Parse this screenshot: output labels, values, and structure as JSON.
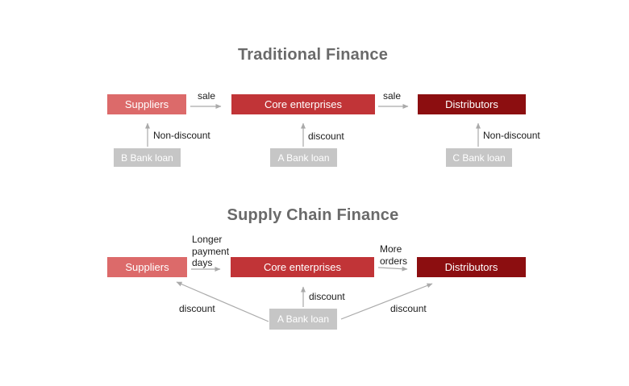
{
  "colors": {
    "suppliers_box": "#DC6A6A",
    "core_box": "#C13437",
    "distributors_box": "#8C0E10",
    "bank_box": "#C6C6C6",
    "box_text": "#FFFFFF",
    "title_text": "#6A6A6A",
    "label_text": "#1B1B1B",
    "arrow": "#AAAAAA",
    "background": "#FFFFFF"
  },
  "traditional": {
    "title": "Traditional Finance",
    "suppliers_label": "Suppliers",
    "core_label": "Core enterprises",
    "distributors_label": "Distributors",
    "sale_left_label": "sale",
    "sale_right_label": "sale",
    "left_loan_type": "Non-discount",
    "middle_loan_type": "discount",
    "right_loan_type": "Non-discount",
    "left_bank_label": "B Bank loan",
    "middle_bank_label": "A Bank loan",
    "right_bank_label": "C Bank loan"
  },
  "supply_chain": {
    "title": "Supply Chain Finance",
    "suppliers_label": "Suppliers",
    "core_label": "Core enterprises",
    "distributors_label": "Distributors",
    "left_flow_label": "Longer\npayment\ndays",
    "right_flow_label": "More\norders",
    "bank_label": "A Bank loan",
    "left_discount_label": "discount",
    "middle_discount_label": "discount",
    "right_discount_label": "discount"
  }
}
